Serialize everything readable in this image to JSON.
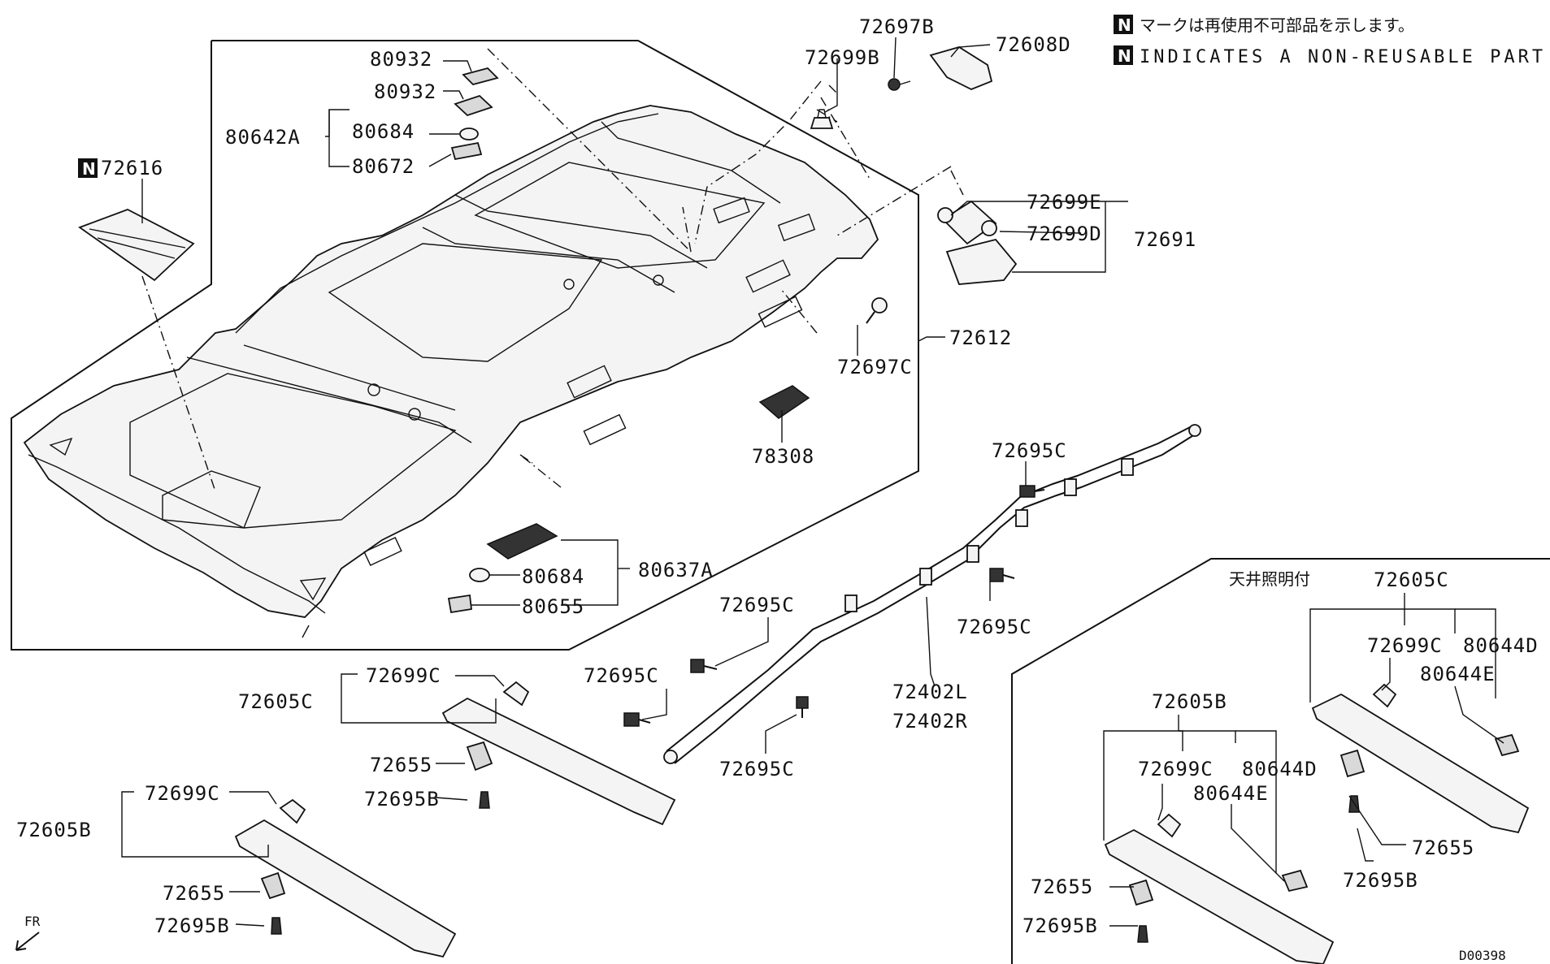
{
  "notes": {
    "badge": "N",
    "jp": "マークは再使用不可部品を示します。",
    "en": "INDICATES A NON-REUSABLE PART."
  },
  "inset": {
    "title": "天井照明付"
  },
  "labels": {
    "p72697B": "72697B",
    "p72608D": "72608D",
    "p72699B": "72699B",
    "p80932a": "80932",
    "p80932b": "80932",
    "p80642A": "80642A",
    "p80684a": "80684",
    "p80672": "80672",
    "p72616": "72616",
    "p72699E": "72699E",
    "p72699D": "72699D",
    "p72691": "72691",
    "p72612": "72612",
    "p72697C": "72697C",
    "p78308": "78308",
    "p72695C_a": "72695C",
    "p72695C_b": "72695C",
    "p72695C_c": "72695C",
    "p72695C_d": "72695C",
    "p72695C_e": "72695C",
    "p80684b": "80684",
    "p80637A": "80637A",
    "p80655": "80655",
    "p72402L": "72402L",
    "p72402R": "72402R",
    "p72605C_a": "72605C",
    "p72699C_a": "72699C",
    "p72655_a": "72655",
    "p72695B_a": "72695B",
    "p72605B_a": "72605B",
    "p72699C_b": "72699C",
    "p72655_b": "72655",
    "p72695B_b": "72695B",
    "p72605C_b": "72605C",
    "p72699C_c": "72699C",
    "p80644D_a": "80644D",
    "p80644E_a": "80644E",
    "p72655_c": "72655",
    "p72695B_c": "72695B",
    "p72605B_b": "72605B",
    "p72699C_d": "72699C",
    "p80644D_b": "80644D",
    "p80644E_b": "80644E",
    "p72655_d": "72655",
    "p72695B_d": "72695B",
    "fr": "FR",
    "code": "D00398"
  }
}
